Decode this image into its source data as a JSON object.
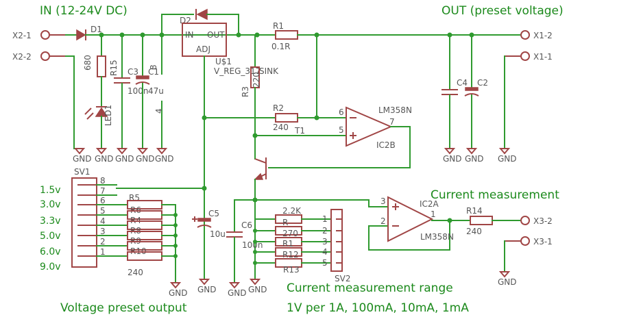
{
  "titles": {
    "input": "IN (12-24V DC)",
    "output": "OUT (preset voltage)",
    "current_measurement": "Current measurement",
    "range_title": "Current measurement range",
    "range_values": "1V per 1A, 100mA, 10mA, 1mA",
    "preset_output": "Voltage preset output"
  },
  "connectors": {
    "x2_1": "X2-1",
    "x2_2": "X2-2",
    "x1_2": "X1-2",
    "x1_1": "X1-1",
    "x3_2": "X3-2",
    "x3_1": "X3-1"
  },
  "parts": {
    "d1": "D1",
    "d2": "D2",
    "r15": "R15",
    "r15_val": "680",
    "led1": "LED1",
    "c3": "C3",
    "c3_val": "100n",
    "c1": "C1",
    "c1_val": "47u",
    "c1_pin8": "8",
    "c1_pin4": "4",
    "u1": "U$1",
    "u1_in": "IN",
    "u1_out": "OUT",
    "u1_adj": "ADJ",
    "u1_val": "V_REG_317",
    "heatsink": "SINK",
    "r1": "R1",
    "r1_val": "0.1R",
    "r3": "R3",
    "r3_val": "220",
    "r2": "R2",
    "r2_val": "240",
    "t1": "T1",
    "ic2b": "IC2B",
    "ic2b_type": "LM358N",
    "ic2b_pin6": "6",
    "ic2b_pin5": "5",
    "ic2b_pin7": "7",
    "c4": "C4",
    "c2": "C2",
    "sv1": "SV1",
    "r5": "R5",
    "r5_val": "240",
    "c5": "C5",
    "c5_val": "10u",
    "c6": "C6",
    "c6_val": "100n",
    "ic2a": "IC2A",
    "ic2a_type": "LM358N",
    "ic2a_pin3": "3",
    "ic2a_pin2": "2",
    "ic2a_pin1": "1",
    "r14": "R14",
    "r14_val": "240",
    "sv2": "SV2",
    "r13": "R13"
  },
  "sv1_pins": [
    "8",
    "7",
    "6",
    "5",
    "4",
    "3",
    "2",
    "1"
  ],
  "presets": [
    "1.5v",
    "3.0v",
    "3.3v",
    "5.0v",
    "6.0v",
    "9.0v"
  ],
  "r5_labels": [
    "R6",
    "R4",
    "R8",
    "R9",
    "R10"
  ],
  "sv2_pins": [
    "1",
    "2",
    "3",
    "4",
    "5"
  ],
  "sv2_res_labels": [
    "2.2K",
    "R",
    "270",
    "R1",
    "R12"
  ],
  "gnd": "GND"
}
